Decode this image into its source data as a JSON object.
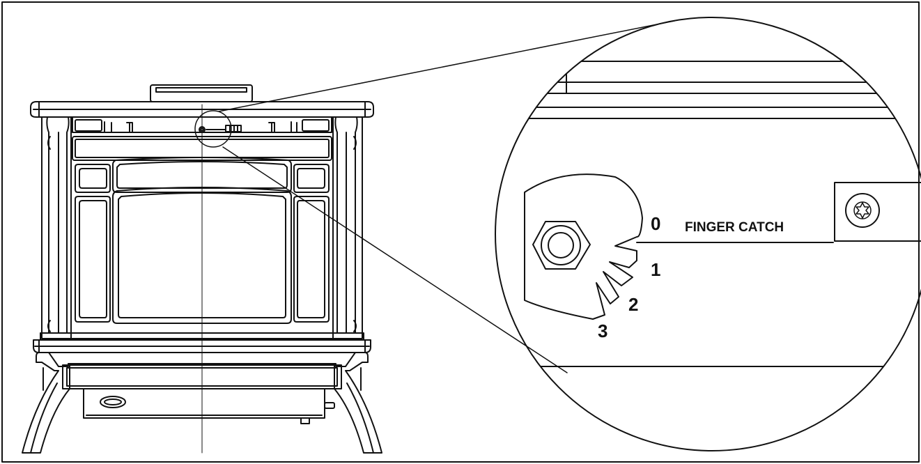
{
  "callout": {
    "label": "FINGER CATCH",
    "positions": [
      "0",
      "1",
      "2",
      "3"
    ]
  },
  "colors": {
    "line": "#111111",
    "background": "#ffffff"
  }
}
